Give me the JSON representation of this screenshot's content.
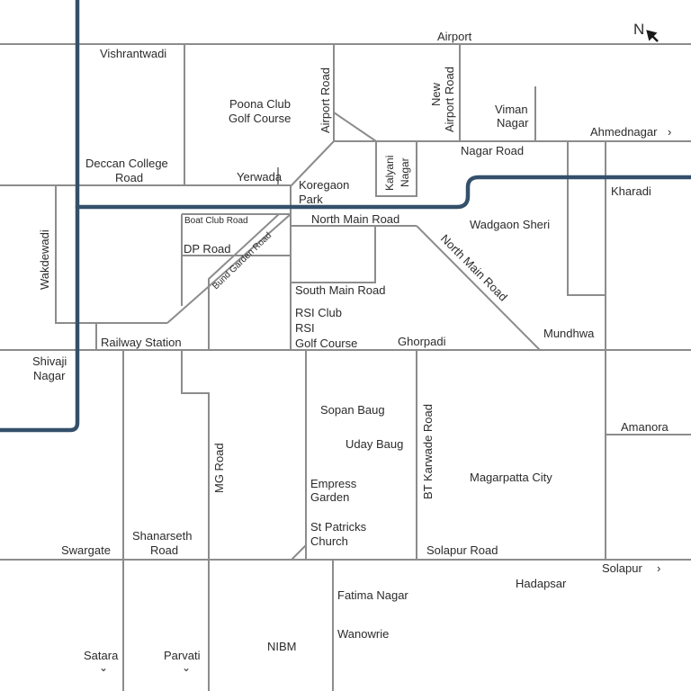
{
  "map": {
    "colors": {
      "road": "#8c8c8c",
      "route": "#34506a",
      "text": "#2b2b2b",
      "background": "#ffffff"
    },
    "compass": {
      "letter": "N",
      "icon": "north-arrow-icon"
    },
    "places": {
      "airport": "Airport",
      "vishrantwadi": "Vishrantwadi",
      "poona_club_1": "Poona Club",
      "poona_club_2": "Golf Course",
      "airport_road": "Airport Road",
      "new_airport_road_1": "New",
      "new_airport_road_2": "Airport Road",
      "viman_nagar_1": "Viman",
      "viman_nagar_2": "Nagar",
      "ahmednagar": "Ahmednagar",
      "nagar_road": "Nagar Road",
      "deccan_college_1": "Deccan College",
      "deccan_college_2": "Road",
      "yerwada": "Yerwada",
      "koregaon_park_1": "Koregaon",
      "koregaon_park_2": "Park",
      "kalyani_nagar_1": "Kalyani",
      "kalyani_nagar_2": "Nagar",
      "kharadi": "Kharadi",
      "wakdewadi": "Wakdewadi",
      "boat_club_road": "Boat Club Road",
      "north_main_road": "North Main Road",
      "north_main_road_diag": "North Main Road",
      "wadgaon_sheri": "Wadgaon Sheri",
      "dp_road": "DP Road",
      "bund_garden_road": "Bund Garden Road",
      "south_main_road": "South Main Road",
      "rsi_club": "RSI Club",
      "rsi_golf_1": "RSI",
      "rsi_golf_2": "Golf Course",
      "mundhwa": "Mundhwa",
      "railway_station": "Railway Station",
      "ghorpadi": "Ghorpadi",
      "shivaji_nagar_1": "Shivaji",
      "shivaji_nagar_2": "Nagar",
      "sopan_baug": "Sopan Baug",
      "uday_baug": "Uday Baug",
      "bt_kawade_road": "BT Karwade Road",
      "amanora": "Amanora",
      "mg_road": "MG Road",
      "empress_garden_1": "Empress",
      "empress_garden_2": "Garden",
      "magarpatta_city": "Magarpatta City",
      "st_patricks_1": "St Patricks",
      "st_patricks_2": "Church",
      "shanarseth_1": "Shanarseth",
      "shanarseth_2": "Road",
      "swargate": "Swargate",
      "solapur_road": "Solapur Road",
      "solapur": "Solapur",
      "hadapsar": "Hadapsar",
      "fatima_nagar": "Fatima Nagar",
      "wanowrie": "Wanowrie",
      "nibm": "NIBM",
      "satara": "Satara",
      "parvati": "Parvati"
    },
    "arrows": {
      "right": "›",
      "down": "⌄"
    }
  }
}
